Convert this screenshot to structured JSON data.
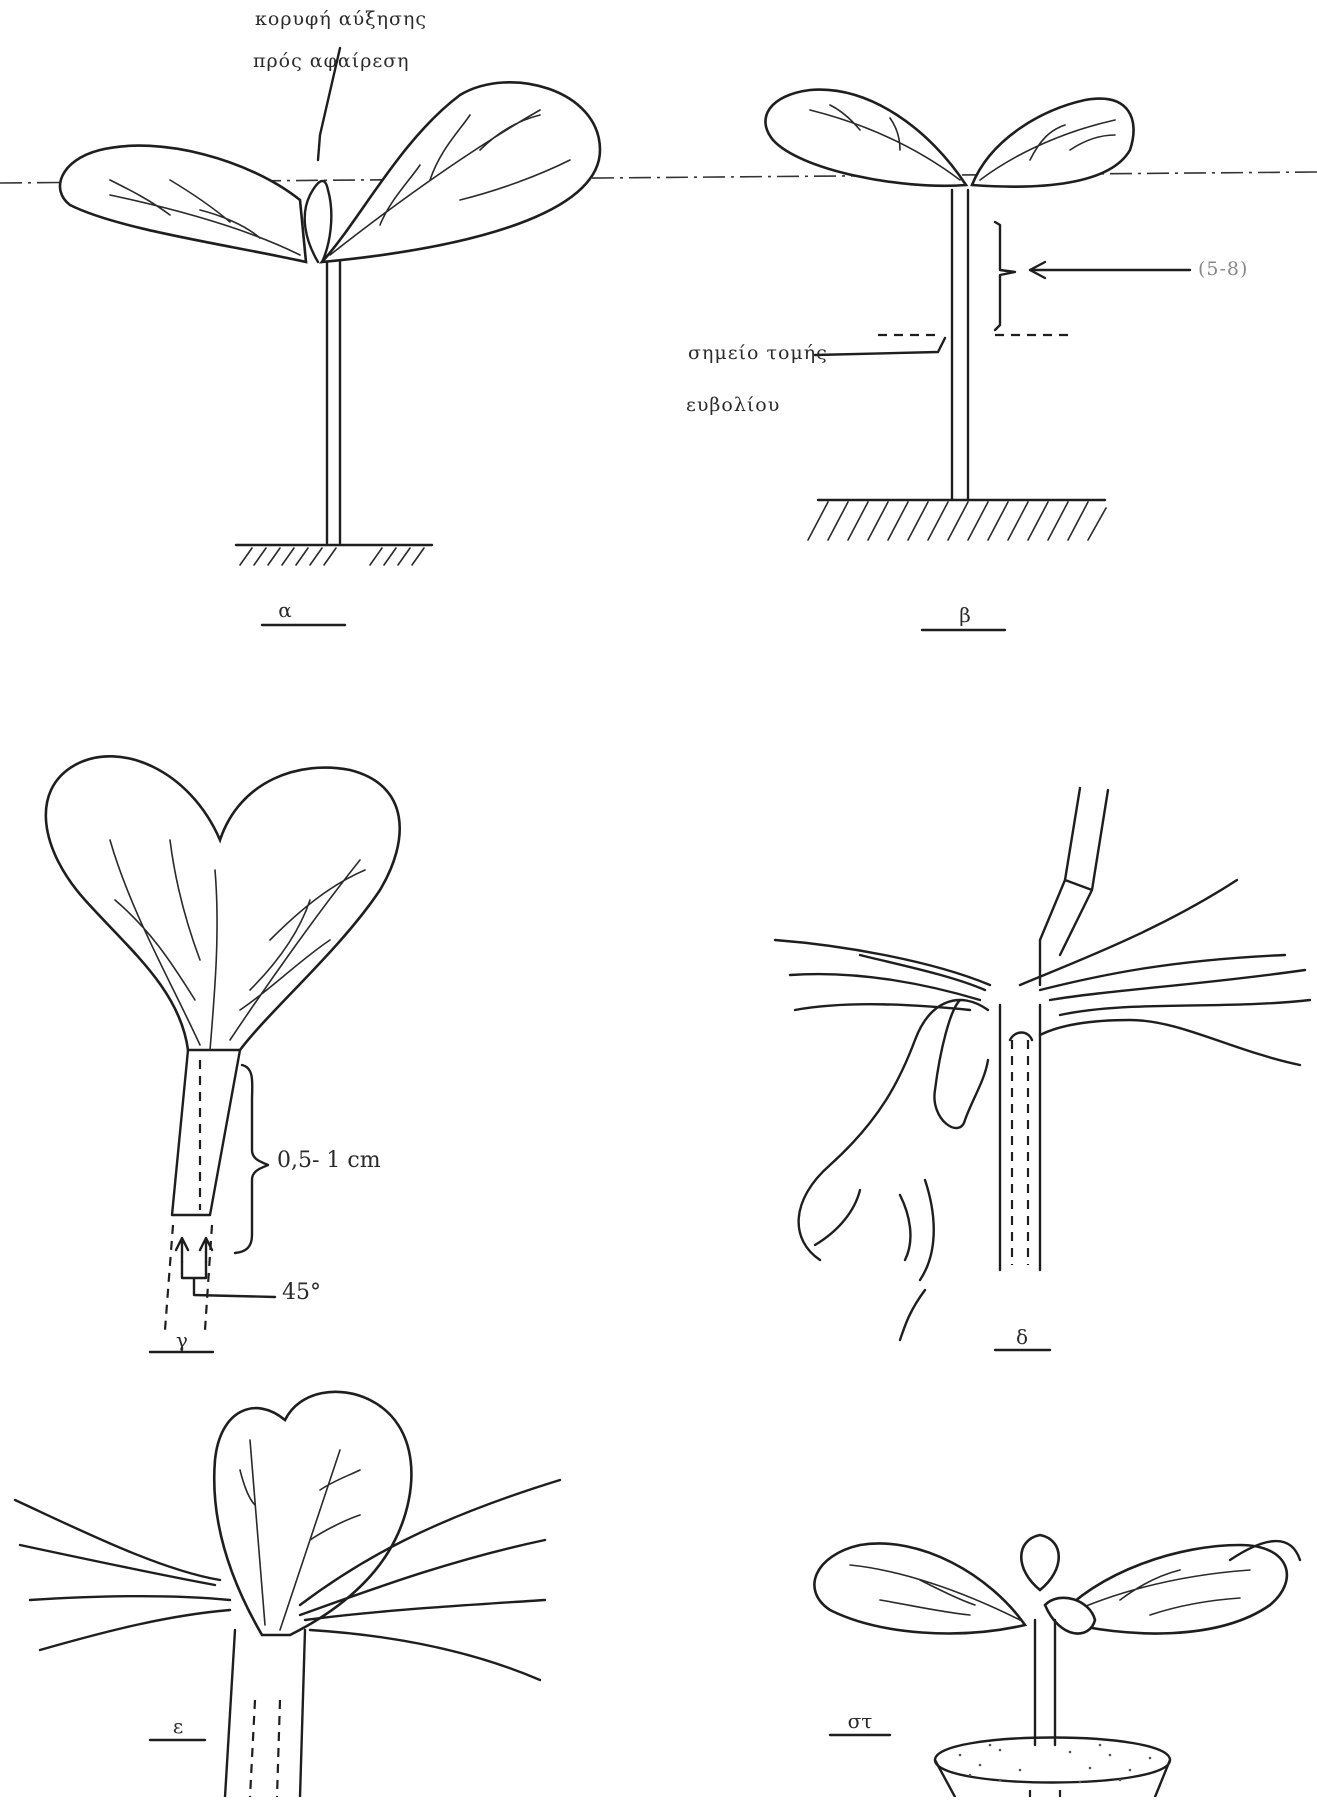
{
  "panels": {
    "a": {
      "letter": "α",
      "label_line1": "κορυφή αύξησης",
      "label_line2": "πρός αφαίρεση"
    },
    "b": {
      "letter": "β",
      "label_line1": "σημείο τομής",
      "label_line2": "ευβολίου",
      "side_note": "(5-8)"
    },
    "c": {
      "letter": "γ",
      "length_label": "0,5-  1 cm",
      "angle_label": "45°"
    },
    "d": {
      "letter": "δ"
    },
    "e": {
      "letter": "ε"
    },
    "f": {
      "letter": "στ"
    }
  },
  "colors": {
    "ink": "#1e1e1e",
    "paper": "#ffffff"
  }
}
